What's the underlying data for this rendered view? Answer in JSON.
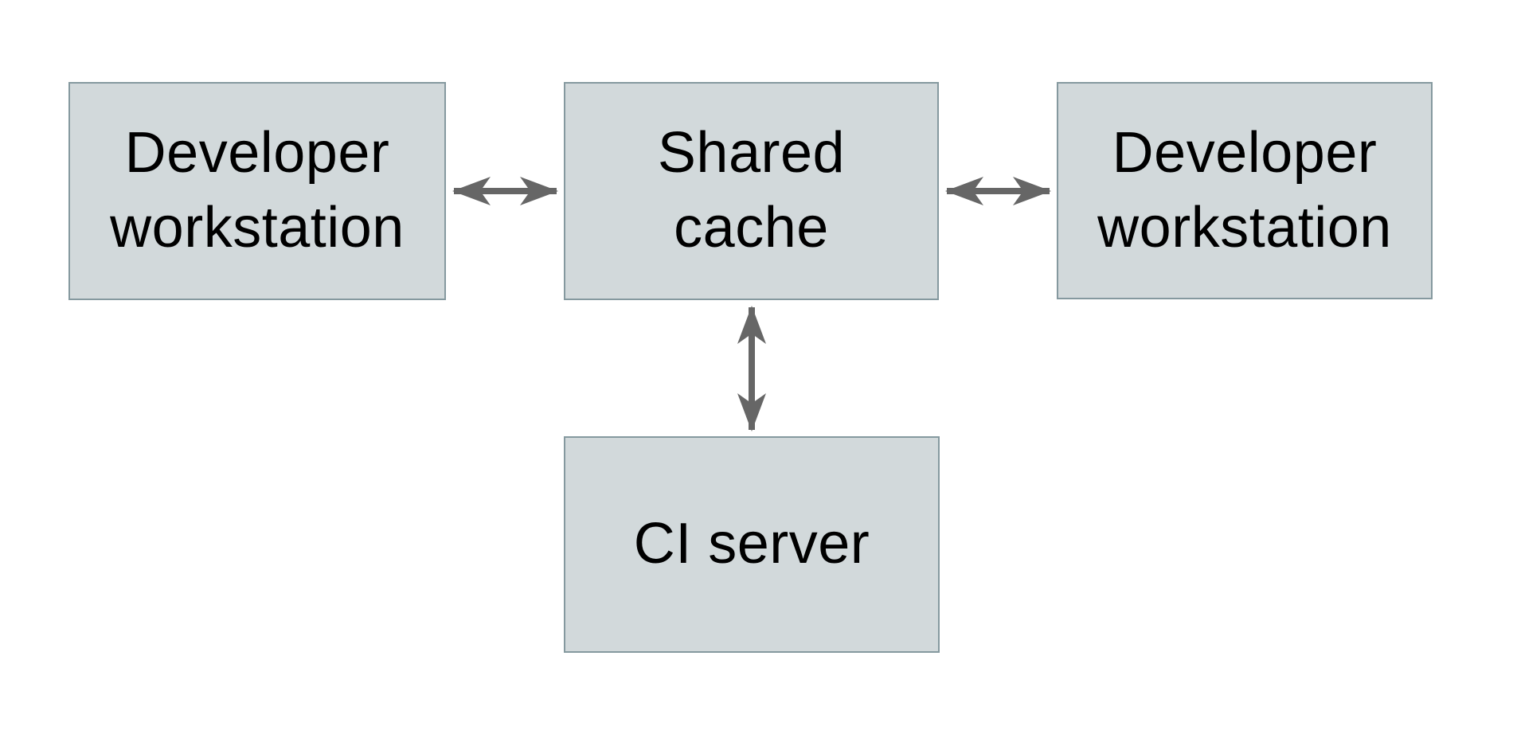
{
  "diagram": {
    "nodes": [
      {
        "id": "developer-workstation-left",
        "label": "Developer workstation"
      },
      {
        "id": "shared-cache",
        "label": "Shared cache"
      },
      {
        "id": "developer-workstation-right",
        "label": "Developer workstation"
      },
      {
        "id": "ci-server",
        "label": "CI server"
      }
    ],
    "edges": [
      {
        "from": "developer-workstation-left",
        "to": "shared-cache",
        "direction": "bidirectional"
      },
      {
        "from": "developer-workstation-right",
        "to": "shared-cache",
        "direction": "bidirectional"
      },
      {
        "from": "shared-cache",
        "to": "ci-server",
        "direction": "bidirectional"
      }
    ]
  },
  "theme": {
    "box-fill": "#d2d9db",
    "box-border": "#85999f",
    "arrow-color": "#666666",
    "text-color": "#000000",
    "background": "#ffffff"
  }
}
